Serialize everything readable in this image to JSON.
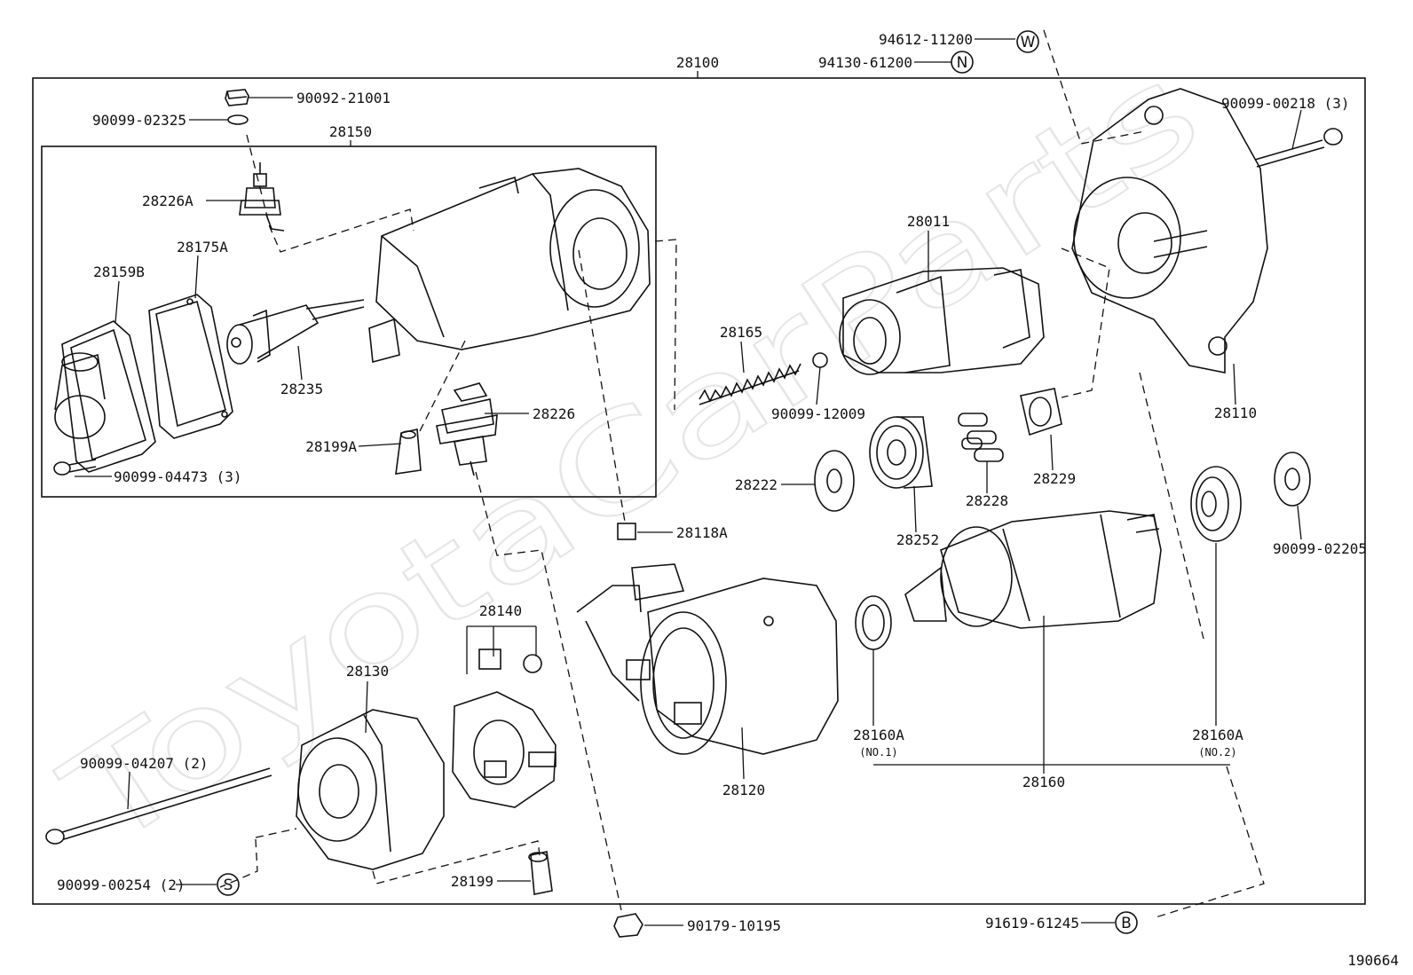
{
  "diagram": {
    "figure_number": "190664",
    "watermark": "ToyotaCarParts",
    "assembly_labels": {
      "starter_assembly": "28100",
      "magnet_switch_assembly": "28150"
    },
    "part_labels": {
      "p28011": "28011",
      "p28110": "28110",
      "p28120": "28120",
      "p28130": "28130",
      "p28140": "28140",
      "p28159b": "28159B",
      "p28160": "28160",
      "p28160a_1": "28160A",
      "p28160a_1_note": "(NO.1)",
      "p28160a_2": "28160A",
      "p28160a_2_note": "(NO.2)",
      "p28165": "28165",
      "p28175a": "28175A",
      "p28199": "28199",
      "p28199a": "28199A",
      "p28222": "28222",
      "p28226": "28226",
      "p28226a": "28226A",
      "p28228": "28228",
      "p28229": "28229",
      "p28235": "28235",
      "p28252": "28252",
      "p28118a": "28118A",
      "p90092_21001": "90092-21001",
      "p90099_02325": "90099-02325",
      "p90099_04473": "90099-04473 (3)",
      "p90099_12009": "90099-12009",
      "p90099_00218": "90099-00218 (3)",
      "p90099_02205": "90099-02205",
      "p90099_04207": "90099-04207 (2)",
      "p90099_00254": "90099-00254 (2)",
      "p90179_10195": "90179-10195",
      "p91619_61245": "91619-61245",
      "p94612_11200": "94612-11200",
      "p94130_61200": "94130-61200"
    },
    "callout_letters": {
      "w": "W",
      "n": "N",
      "s": "S",
      "b": "B"
    }
  }
}
